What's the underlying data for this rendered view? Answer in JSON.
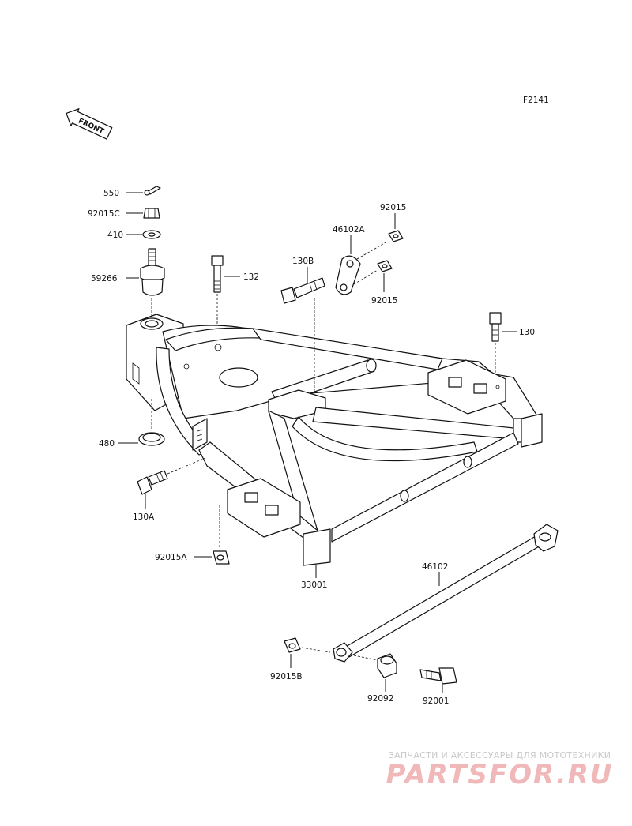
{
  "figure_code": "F2141",
  "front_arrow_text": "FRONT",
  "labels": {
    "p550": "550",
    "p92015C": "92015C",
    "p410": "410",
    "p59266": "59266",
    "p132": "132",
    "p130B": "130B",
    "p46102A": "46102A",
    "p92015_top": "92015",
    "p92015_mid": "92015",
    "p130": "130",
    "p480": "480",
    "p130A": "130A",
    "p92015A": "92015A",
    "p33001": "33001",
    "p46102": "46102",
    "p92015B": "92015B",
    "p92092": "92092",
    "p92001": "92001"
  },
  "watermark": {
    "tagline": "ЗАПЧАСТИ И АКСЕССУАРЫ ДЛЯ МОТОТЕХНИКИ",
    "logo": "PARTSFOR.RU"
  }
}
